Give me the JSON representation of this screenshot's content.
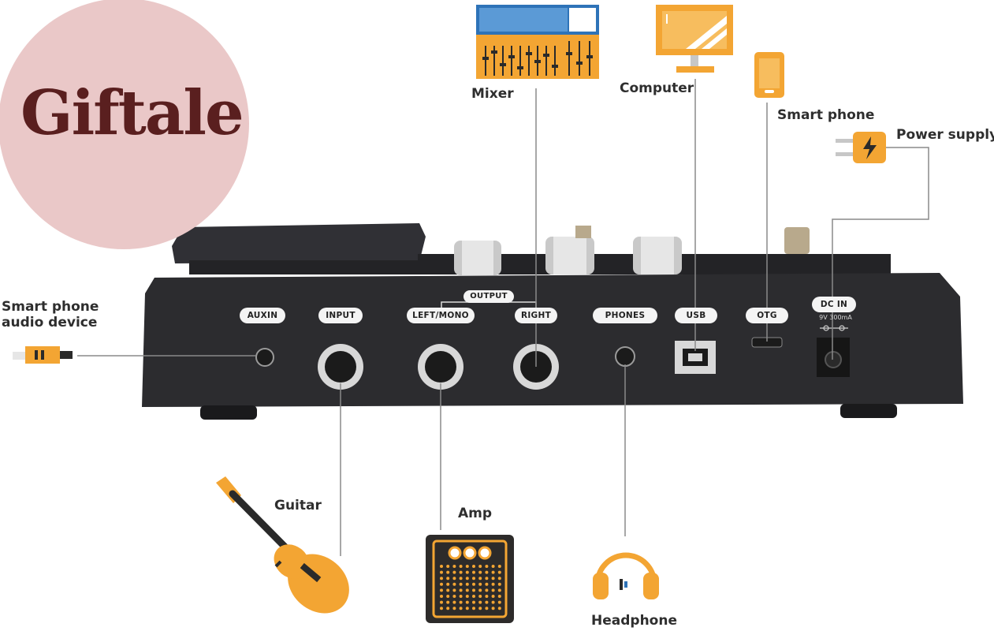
{
  "brand": {
    "logo_text": "Giftale"
  },
  "devices": {
    "mixer": "Mixer",
    "computer": "Computer",
    "smart_phone": "Smart phone",
    "power_supply": "Power supply",
    "smart_phone_audio_line1": "Smart phone",
    "smart_phone_audio_line2": "audio device",
    "guitar": "Guitar",
    "amp": "Amp",
    "headphone": "Headphone"
  },
  "ports": {
    "auxin": "AUXIN",
    "input": "INPUT",
    "output_group": "OUTPUT",
    "left_mono": "LEFT/MONO",
    "right": "RIGHT",
    "phones": "PHONES",
    "usb": "USB",
    "otg": "OTG",
    "dc_in": "DC IN",
    "dc_spec": "9V 300mA"
  },
  "colors": {
    "accent": "#f3a533",
    "device_body": "#2c2c2f",
    "label_pill": "#f4f4f4",
    "logo_bg": "#eac8c8",
    "logo_text": "#5a1f1f",
    "connector_line": "#8a8a8a"
  }
}
